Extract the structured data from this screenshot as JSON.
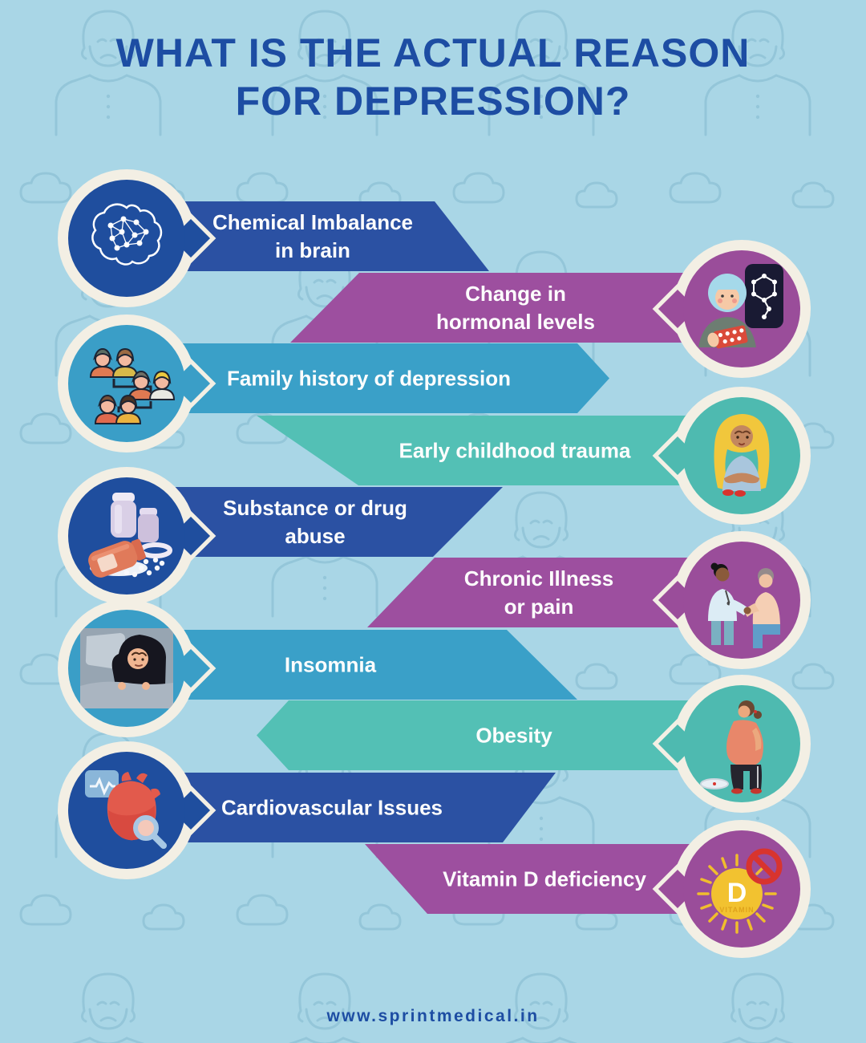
{
  "title": {
    "line1": "WHAT IS THE ACTUAL REASON",
    "line2": "FOR DEPRESSION?"
  },
  "rows": [
    {
      "label": "Chemical Imbalance in brain",
      "line1": "Chemical Imbalance",
      "line2": "in brain",
      "side": "left",
      "color": "#2b51a3",
      "icon": "brain-network-icon"
    },
    {
      "label": "Change in hormonal levels",
      "line1": "Change in",
      "line2": "hormonal levels",
      "side": "right",
      "color": "#9d4f9f",
      "icon": "hormonal-person-icon"
    },
    {
      "label": "Family history of depression",
      "line1": "Family history of depression",
      "side": "left",
      "color": "#3aa0c8",
      "icon": "family-tree-icon"
    },
    {
      "label": "Early childhood trauma",
      "line1": "Early childhood trauma",
      "side": "right",
      "color": "#53c0b5",
      "icon": "sad-child-icon"
    },
    {
      "label": "Substance or drug abuse",
      "line1": "Substance or drug",
      "line2": "abuse",
      "side": "left",
      "color": "#2b51a3",
      "icon": "pills-icon"
    },
    {
      "label": "Chronic Illness or pain",
      "line1": "Chronic Illness",
      "line2": "or pain",
      "side": "right",
      "color": "#9d4f9f",
      "icon": "doctor-patient-icon"
    },
    {
      "label": "Insomnia",
      "line1": "Insomnia",
      "side": "left",
      "color": "#3aa0c8",
      "icon": "insomnia-icon"
    },
    {
      "label": "Obesity",
      "line1": "Obesity",
      "side": "right",
      "color": "#53c0b5",
      "icon": "obese-person-icon"
    },
    {
      "label": "Cardiovascular Issues",
      "line1": "Cardiovascular Issues",
      "side": "left",
      "color": "#2b51a3",
      "icon": "heart-ecg-icon"
    },
    {
      "label": "Vitamin D deficiency",
      "line1": "Vitamin D deficiency",
      "side": "right",
      "color": "#9d4f9f",
      "icon": "sun-vitamin-d-icon"
    }
  ],
  "vitamin_sun": {
    "letter": "D",
    "caption": "VITAMIN"
  },
  "footer": {
    "website": "www.sprintmedical.in"
  },
  "colors": {
    "background": "#a9d6e6",
    "pattern_outline": "#7eb6cc",
    "title_text": "#1d4da3",
    "banner_dark_blue": "#2b51a3",
    "banner_purple": "#9d4f9f",
    "banner_steel_blue": "#3aa0c8",
    "banner_teal": "#53c0b5",
    "banner_text": "#fdfdfd",
    "circle_ring": "#f3efe4",
    "prohibition_red": "#d8342e",
    "sun_yellow": "#f2c230"
  }
}
